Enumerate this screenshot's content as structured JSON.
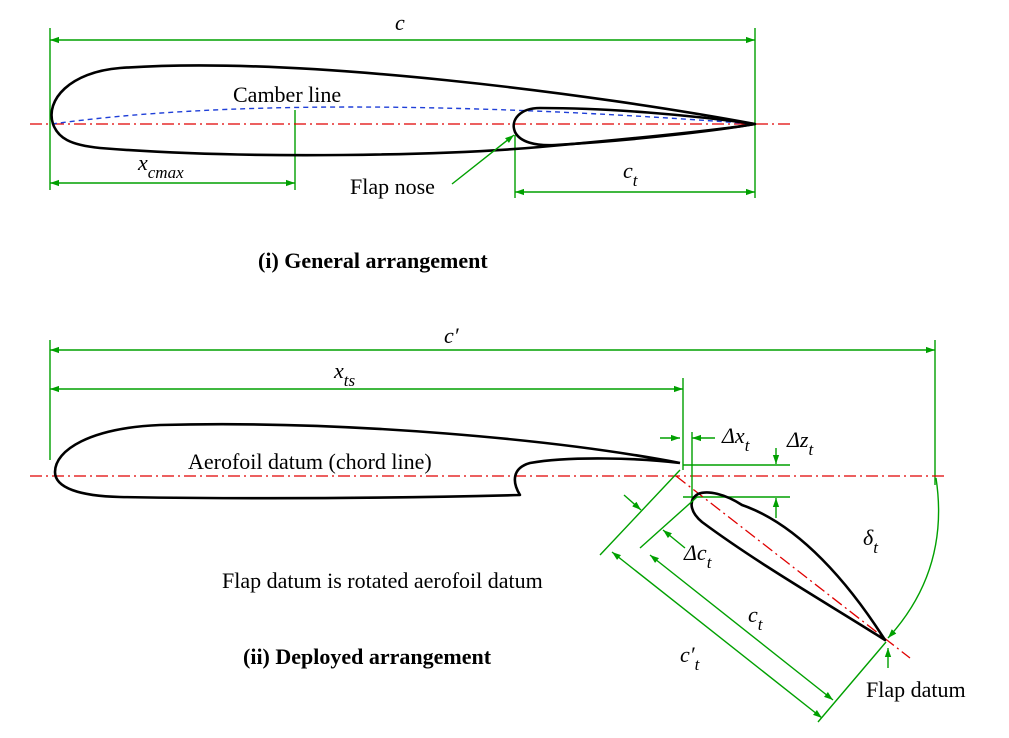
{
  "labels": {
    "c": "c",
    "camber_line": "Camber line",
    "x_cmax": "x",
    "x_cmax_sub": "cmax",
    "flap_nose": "Flap nose",
    "c_t": "c",
    "c_t_sub": "t",
    "c_prime": "c′",
    "x_ts": "x",
    "x_ts_sub": "ts",
    "aerofoil_datum": "Aerofoil datum (chord line)",
    "delta_x": "Δx",
    "delta_x_sub": "t",
    "delta_z": "Δz",
    "delta_z_sub": "t",
    "delta_c": "Δc",
    "delta_c_sub": "t",
    "c_t2": "c",
    "c_t2_sub": "t",
    "c_t_prime": "c′",
    "c_t_prime_sub": "t",
    "delta_t": "δ",
    "delta_t_sub": "t",
    "flap_datum_note": "Flap datum is rotated aerofoil datum",
    "flap_datum": "Flap datum"
  },
  "captions": {
    "general": "(i)  General arrangement",
    "deployed": "(ii)  Deployed arrangement"
  },
  "colors": {
    "dimension": "#00a000",
    "datum": "#e00000",
    "camber": "#1f3fd8",
    "outline": "#000000"
  }
}
